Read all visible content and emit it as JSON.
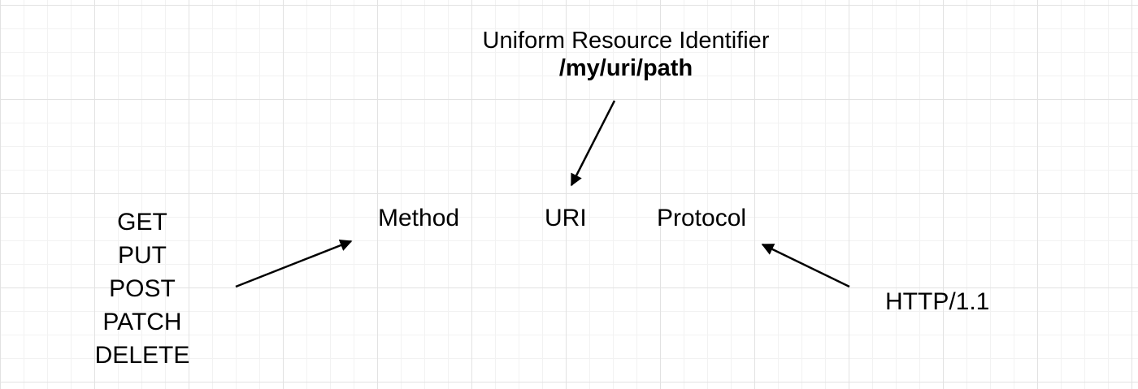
{
  "uri_callout": {
    "title": "Uniform Resource Identifier",
    "example": "/my/uri/path"
  },
  "request_line": {
    "method": "Method",
    "uri": "URI",
    "protocol": "Protocol"
  },
  "methods": [
    "GET",
    "PUT",
    "POST",
    "PATCH",
    "DELETE"
  ],
  "protocol_value": "HTTP/1.1",
  "colors": {
    "text": "#000000",
    "grid_major": "#e2e2e2",
    "grid_minor": "#f2f2f2",
    "background": "#ffffff"
  }
}
